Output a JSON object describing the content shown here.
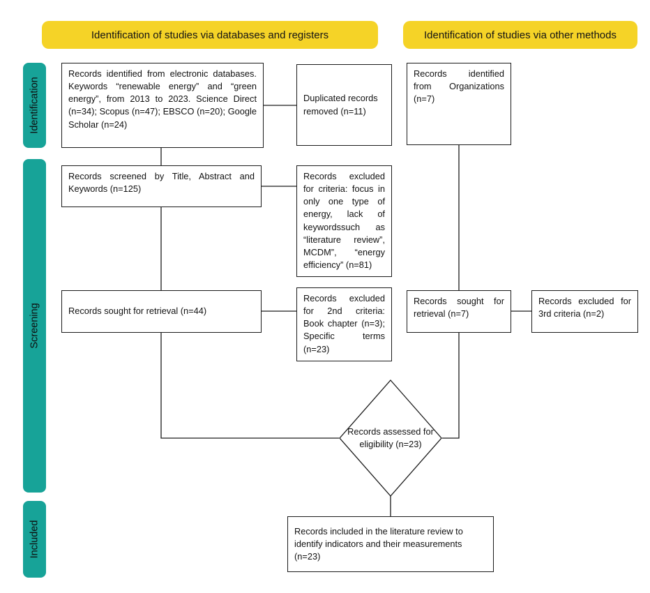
{
  "banners": {
    "left": "Identification of studies via databases and registers",
    "right": "Identification of studies via other methods"
  },
  "stages": {
    "identification": "Identification",
    "screening": "Screening",
    "included": "Included"
  },
  "boxes": {
    "records_identified_databases": "Records identified from electronic databases. Keywords “renewable energy” and “green energy”, from 2013 to 2023. Science Direct (n=34); Scopus (n=47); EBSCO (n=20); Google Scholar (n=24)",
    "duplicates_removed": "Duplicated records removed (n=11)",
    "records_identified_organizations": "Records identified from Organizations (n=7)",
    "records_screened": "Records screened by Title, Abstract and Keywords (n=125)",
    "records_excluded_criteria": "Records excluded for criteria: focus in only one type of energy, lack of keywordssuch as “literature review”, MCDM”, “energy efficiency” (n=81)",
    "records_sought_retrieval": "Records sought for retrieval (n=44)",
    "records_excluded_2nd": "Records excluded for 2nd criteria: Book chapter (n=3); Specific terms (n=23)",
    "records_sought_retrieval_other": "Records sought for retrieval (n=7)",
    "records_excluded_3rd": "Records excluded for 3rd criteria (n=2)",
    "records_assessed": "Records assessed for eligibility (n=23)",
    "records_included": "Records included in the literature review to identify indicators and their measurements (n=23)"
  },
  "colors": {
    "banner_yellow": "#F5D327",
    "stage_teal": "#17A398",
    "line_black": "#1a1a1a"
  }
}
